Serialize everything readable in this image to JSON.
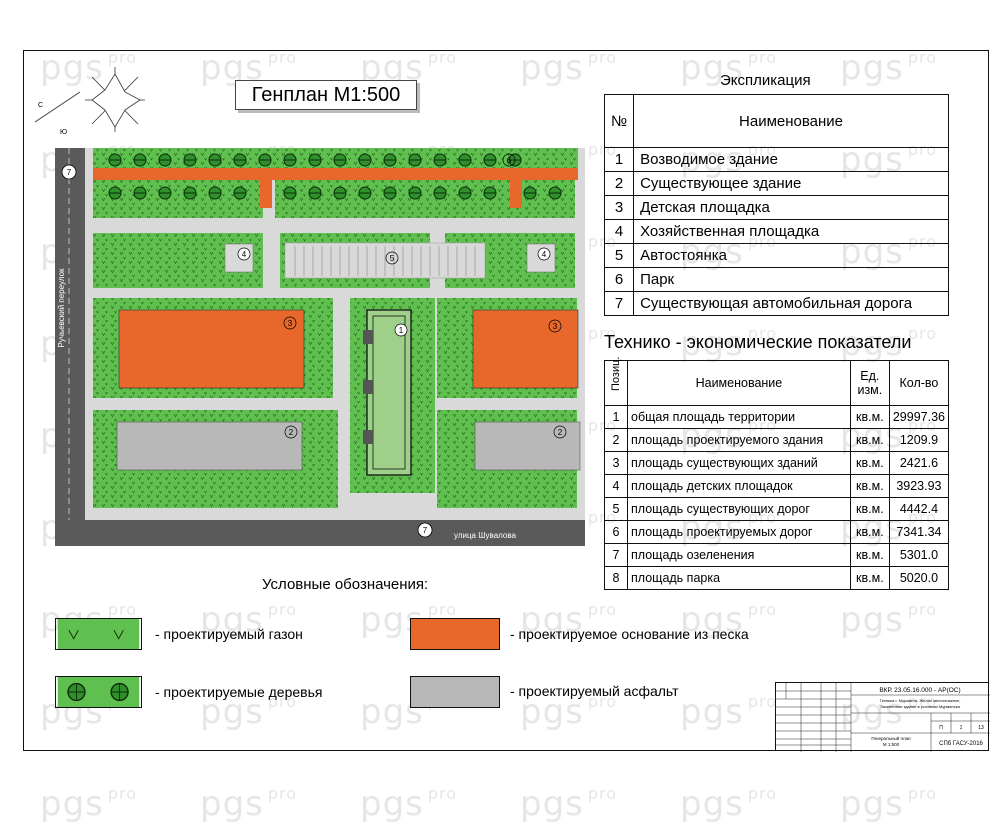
{
  "watermark": {
    "text": "pgs",
    "sub": "pro"
  },
  "title": "Генплан М1:500",
  "compass": {
    "north": "С",
    "south": "Ю"
  },
  "plan": {
    "street_left": "Ручьевский переулок",
    "street_bottom": "улица Шувалова",
    "marker_7": "7",
    "marker_6": "6",
    "marker_5": "5",
    "marker_4": "4",
    "marker_3": "3",
    "marker_2": "2",
    "marker_1": "1"
  },
  "explication": {
    "title": "Экспликация",
    "header_num": "№",
    "header_name": "Наименование",
    "rows": [
      {
        "num": "1",
        "name": "Возводимое здание"
      },
      {
        "num": "2",
        "name": "Существующее здание"
      },
      {
        "num": "3",
        "name": "Детская площадка"
      },
      {
        "num": "4",
        "name": "Хозяйственная площадка"
      },
      {
        "num": "5",
        "name": "Автостоянка"
      },
      {
        "num": "6",
        "name": "Парк"
      },
      {
        "num": "7",
        "name": "Существующая автомобильная дорога"
      }
    ]
  },
  "tep": {
    "title": "Технико - экономические показатели",
    "header_pos": "Позиц.",
    "header_name": "Наименование",
    "header_unit": "Ед. изм.",
    "header_qty": "Кол-во",
    "rows": [
      {
        "pos": "1",
        "name": "общая площадь территории",
        "unit": "кв.м.",
        "qty": "29997.36"
      },
      {
        "pos": "2",
        "name": "площадь проектируемого здания",
        "unit": "кв.м.",
        "qty": "1209.9"
      },
      {
        "pos": "3",
        "name": "площадь существующих зданий",
        "unit": "кв.м.",
        "qty": "2421.6"
      },
      {
        "pos": "4",
        "name": "площадь детских площадок",
        "unit": "кв.м.",
        "qty": "3923.93"
      },
      {
        "pos": "5",
        "name": "площадь существующих дорог",
        "unit": "кв.м.",
        "qty": "4442.4"
      },
      {
        "pos": "6",
        "name": "площадь проектируемых дорог",
        "unit": "кв.м.",
        "qty": "7341.34"
      },
      {
        "pos": "7",
        "name": "площадь озеленения",
        "unit": "кв.м.",
        "qty": "5301.0"
      },
      {
        "pos": "8",
        "name": "площадь парка",
        "unit": "кв.м.",
        "qty": "5020.0"
      }
    ]
  },
  "legend": {
    "title": "Условные обозначения:",
    "lawn": "- проектируемый газон",
    "trees": "- проектируемые деревья",
    "sand": "- проектируемое основание из песка",
    "asphalt": "- проектируемый асфальт"
  },
  "stamp": {
    "code": "ВКР. 23.05.16.000 - АР(ОС)",
    "line1": "Техника г. Мурманск. Жилое многоэтажное,",
    "line2": "Заселенное здание в условиях Мурманска",
    "sheet_name": "Генеральный план",
    "scale": "М 1:500",
    "stage": "П",
    "sheet": "1",
    "sheets": "13",
    "org": "СПб ГАСУ-2016"
  },
  "colors": {
    "lawn": "#5fbf4f",
    "sand": "#e8672a",
    "asphalt": "#b8b8b8",
    "road": "#5a5a5a",
    "pavement": "#d9d9d9"
  }
}
